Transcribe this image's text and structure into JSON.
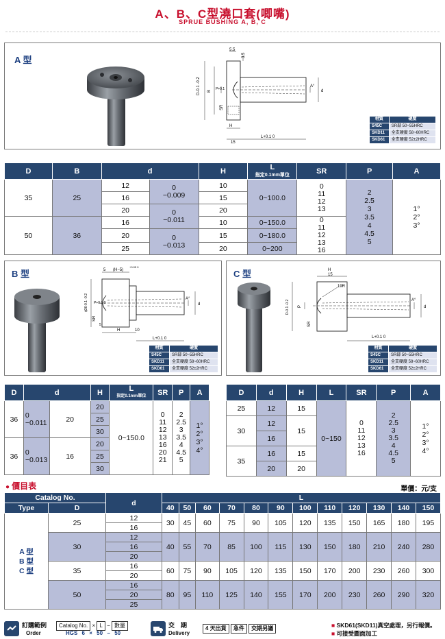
{
  "header": {
    "title": "A、B、C型澆口套(唧嘴)",
    "subtitle": "SPRUE BUSHING A, B, C"
  },
  "colors": {
    "red": "#c8102e",
    "navy": "#27466e",
    "lavender": "#b8bed9"
  },
  "materials": {
    "header": [
      "材質",
      "硬度"
    ],
    "rows": [
      [
        "S45C",
        "SR部 50~55HRC"
      ],
      [
        "SKD11",
        "全支硬度 58~60HRC"
      ],
      [
        "SKD61",
        "全支硬度 52±2HRC"
      ]
    ]
  },
  "typeA": {
    "label": "A 型",
    "dims": {
      "d55": "5.5",
      "d35": "3.5",
      "D": "D-0.1\n-0.2",
      "B": "B",
      "P": "P+0.1",
      "SR": "SR",
      "A": "A°",
      "d": "d",
      "L": "L+0.1\n0",
      "H": "H",
      "h15": "15",
      "h2": "2",
      "f": "5"
    },
    "table": {
      "headers": {
        "D": "D",
        "B": "B",
        "d": "d",
        "H": "H",
        "L": "L",
        "L_sub": "指定0.1mm單位",
        "SR": "SR",
        "P": "P",
        "A": "A"
      },
      "g1": {
        "D": "35",
        "B": "25",
        "d": [
          "12",
          "16",
          "20"
        ],
        "tolA": "0",
        "tolA2": "−0.009",
        "tolB": "0",
        "tolB2": "−0.011",
        "H": [
          "10",
          "15",
          "20"
        ],
        "L": "0~100.0",
        "SR": [
          "0",
          "11",
          "12",
          "13"
        ],
        "P": [
          "2",
          "2.5",
          "3",
          "3.5",
          "4",
          "4.5",
          "5"
        ],
        "A": [
          "1°",
          "2°",
          "3°"
        ]
      },
      "g2": {
        "D": "50",
        "B": "36",
        "d": [
          "16",
          "20",
          "25"
        ],
        "tolC": "0",
        "tolC2": "−0.013",
        "H": [
          "10",
          "15",
          "20"
        ],
        "L": [
          "0~150.0",
          "0~180.0",
          "0~200"
        ],
        "SR": [
          "0",
          "11",
          "12",
          "13",
          "16"
        ]
      }
    }
  },
  "typeB": {
    "label": "B 型",
    "dims": {
      "f": "5",
      "Hm5": "(H−5)",
      "tol": "+0.05\n0",
      "d01": "ϕ36-0.1\n-0.2",
      "P": "P+0.1\n0",
      "SR": "SR",
      "A": "A°",
      "d": "d",
      "H": "H",
      "l10": "10",
      "L": "L+0.1\n0",
      "n5": "5"
    },
    "table": {
      "headers": {
        "D": "D",
        "d": "d",
        "H": "H",
        "L": "L",
        "L_sub": "指定0.1mm單位",
        "SR": "SR",
        "P": "P",
        "A": "A"
      },
      "r1": {
        "D": "36",
        "tol1": "0",
        "tol2": "−0.011",
        "d": "20",
        "H": [
          "20",
          "25",
          "30"
        ]
      },
      "r2": {
        "D": "36",
        "tol1": "0",
        "tol2": "−0.013",
        "d": "16",
        "H": [
          "20",
          "25",
          "30"
        ]
      },
      "L": "0~150.0",
      "SR": [
        "0",
        "11",
        "12",
        "13",
        "16",
        "20",
        "21"
      ],
      "P": [
        "2",
        "2.5",
        "3",
        "3.5",
        "4",
        "4.5",
        "5"
      ],
      "A": [
        "1°",
        "2°",
        "3°",
        "4°"
      ]
    }
  },
  "typeC": {
    "label": "C 型",
    "dims": {
      "H": "H",
      "h15": "15",
      "SR": "19R",
      "D": "D-0.1\n-0.2",
      "P": "P",
      "SRl": "SR",
      "A": "A°",
      "d": "d",
      "L": "L+0.1\n0"
    },
    "table": {
      "headers": {
        "D": "D",
        "d": "d",
        "H": "H",
        "L": "L",
        "SR": "SR",
        "P": "P",
        "A": "A"
      },
      "rows": [
        {
          "D": "25",
          "d": "12",
          "H": "15"
        },
        {
          "D": "30",
          "d": [
            "12",
            "16"
          ],
          "H": "15"
        },
        {
          "D": "35",
          "d": [
            "16",
            "20"
          ],
          "H": [
            "15",
            "20"
          ]
        }
      ],
      "L": "0~150",
      "SR": [
        "0",
        "11",
        "12",
        "13",
        "16"
      ],
      "P": [
        "2",
        "2.5",
        "3",
        "3.5",
        "4",
        "4.5",
        "5"
      ],
      "A": [
        "1°",
        "2°",
        "3°",
        "4°"
      ]
    }
  },
  "price": {
    "title": "價目表",
    "unit": "單價：元/支",
    "headers": {
      "catalog": "Catalog No.",
      "type": "Type",
      "D": "D",
      "d": "d",
      "L": "L"
    },
    "lengths": [
      "40",
      "50",
      "60",
      "70",
      "80",
      "90",
      "100",
      "110",
      "120",
      "130",
      "140",
      "150"
    ],
    "types": [
      "A 型",
      "B 型",
      "C 型"
    ],
    "groups": [
      {
        "D": "25",
        "d": [
          "12",
          "16"
        ],
        "prices": [
          "30",
          "45",
          "60",
          "75",
          "90",
          "105",
          "120",
          "135",
          "150",
          "165",
          "180",
          "195"
        ]
      },
      {
        "D": "30",
        "d": [
          "12",
          "16",
          "20"
        ],
        "prices": [
          "40",
          "55",
          "70",
          "85",
          "100",
          "115",
          "130",
          "150",
          "180",
          "210",
          "240",
          "280"
        ]
      },
      {
        "D": "35",
        "d": [
          "16",
          "20"
        ],
        "prices": [
          "60",
          "75",
          "90",
          "105",
          "120",
          "135",
          "150",
          "170",
          "200",
          "230",
          "260",
          "300"
        ]
      },
      {
        "D": "50",
        "d": [
          "16",
          "20",
          "25"
        ],
        "prices": [
          "80",
          "95",
          "110",
          "125",
          "140",
          "155",
          "170",
          "200",
          "230",
          "260",
          "290",
          "320"
        ]
      }
    ]
  },
  "footer": {
    "order_cn": "訂購範例",
    "order_en": "Order",
    "catalog_box": "Catalog No.",
    "x1": "×",
    "L_box": "L",
    "dash": "−",
    "qty": "數量",
    "ex_code": "HGS 6",
    "ex_x": "×",
    "ex_L": "50",
    "ex_dash": "−",
    "ex_q": "50",
    "delivery_cn": "交　期",
    "delivery_en": "Delivery",
    "days": "4",
    "days_label": "天出貨",
    "urgent": "急件",
    "urgent_label": "交期另議",
    "note1": "SKD61(SKD11)真空處理，另行報價。",
    "note2": "可接受圖面加工"
  }
}
